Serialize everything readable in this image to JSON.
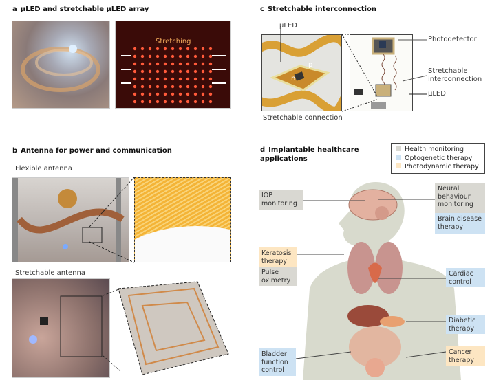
{
  "panel_a": {
    "letter": "a",
    "title": "µLED and stretchable µLED array",
    "stretching_label": "Stretching"
  },
  "panel_b": {
    "letter": "b",
    "title": "Antenna for power and communication",
    "flexible_label": "Flexible antenna",
    "stretchable_label": "Stretchable antenna"
  },
  "panel_c": {
    "letter": "c",
    "title": "Stretchable interconnection",
    "uled_top": "µLED",
    "n": "n",
    "p": "p",
    "photodetector": "Photodetector",
    "interconnection": "Stretchable interconnection",
    "uled_right": "µLED",
    "caption": "Stretchable connection"
  },
  "panel_d": {
    "letter": "d",
    "title": "Implantable healthcare applications",
    "legend": [
      {
        "label": "Health monitoring",
        "color": "#d9d8d2"
      },
      {
        "label": "Optogenetic therapy",
        "color": "#cde2f3"
      },
      {
        "label": "Photodynamic therapy",
        "color": "#fde6c2"
      }
    ],
    "labels": {
      "iop": "IOP monitoring",
      "neural": "Neural behaviour monitoring",
      "brain": "Brain disease therapy",
      "keratosis": "Keratosis therapy",
      "pulse": "Pulse oximetry",
      "cardiac": "Cardiac control",
      "diabetic": "Diabetic therapy",
      "cancer": "Cancer therapy",
      "bladder": "Bladder function control"
    }
  }
}
